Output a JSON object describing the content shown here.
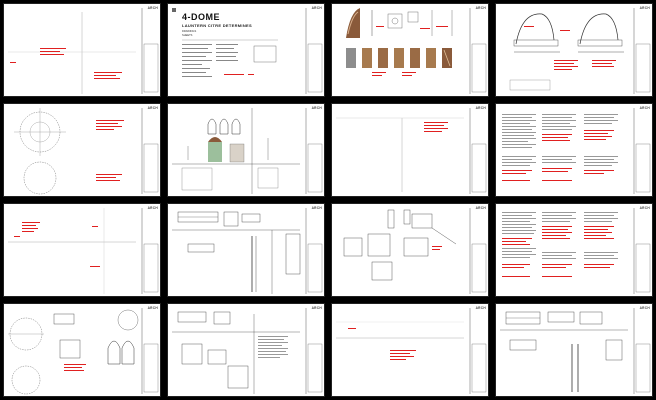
{
  "sheet_set": {
    "cover": {
      "title": "4-DOME",
      "subtitle": "LAUNTERN CITRE DETERMINES",
      "rev_lines": [
        "DRAWINGS",
        "SHEETS"
      ]
    },
    "logo_text": "ARCH",
    "page_count": 16,
    "colors": {
      "background": "#000000",
      "sheet": "#ffffff",
      "linework": "#333333",
      "markup_red": "#e02020",
      "brown_render": "#8a5a3a"
    }
  }
}
